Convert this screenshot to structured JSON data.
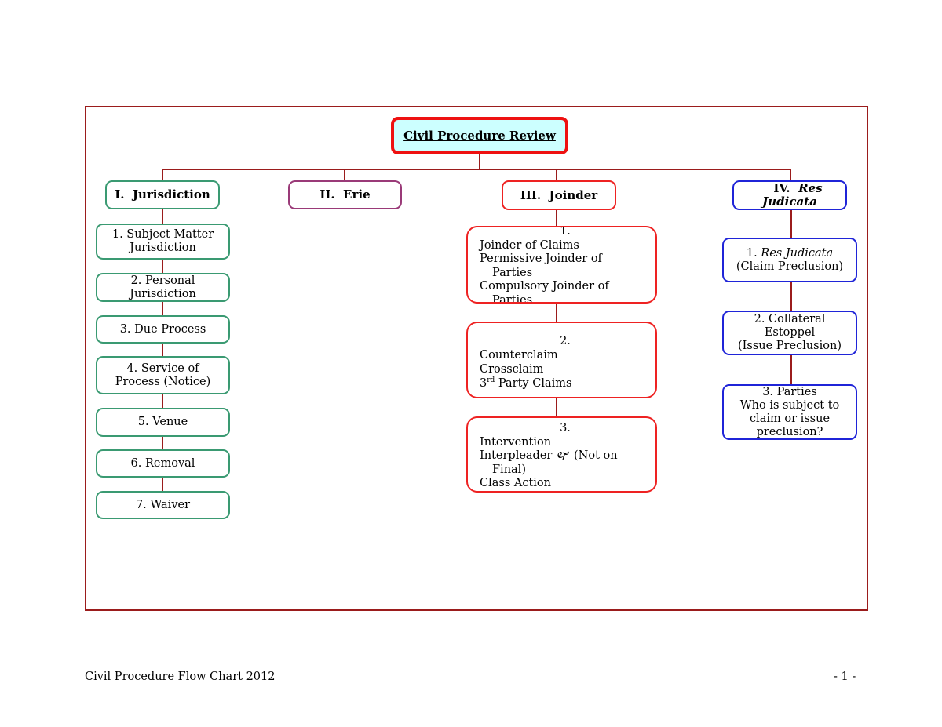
{
  "root": {
    "title": "Civil Procedure Review"
  },
  "branches": {
    "jurisdiction": {
      "header": "I.  Jurisdiction",
      "items": [
        "1. Subject Matter Jurisdiction",
        "2. Personal Jurisdiction",
        "3. Due Process",
        "4. Service of Process (Notice)",
        "5. Venue",
        "6. Removal",
        "7. Waiver"
      ]
    },
    "erie": {
      "header": "II.  Erie"
    },
    "joinder": {
      "header": "III.  Joinder",
      "items": [
        {
          "number": "1.",
          "lines": [
            "Joinder of Claims",
            "Permissive Joinder of",
            "Parties",
            "Compulsory Joinder of",
            "Parties"
          ]
        },
        {
          "number": "2.",
          "lines": [
            "Counterclaim",
            "Crossclaim",
            "3",
            "rd",
            " Party Claims"
          ]
        },
        {
          "number": "3.",
          "lines": [
            "Intervention",
            "Interpleader ",
            "🙰",
            " (Not on",
            "Final)",
            "Class Action"
          ]
        }
      ]
    },
    "res_judicata": {
      "header_prefix": "IV.  ",
      "header_italic": "Res Judicata",
      "items": [
        {
          "prefix": "1. ",
          "italic": "Res Judicata",
          "rest": "(Claim Preclusion)"
        },
        {
          "lines": [
            "2. Collateral",
            "Estoppel",
            "(Issue Preclusion)"
          ]
        },
        {
          "lines": [
            "3. Parties",
            "Who is subject to",
            "claim or issue",
            "preclusion?"
          ]
        }
      ]
    }
  },
  "footer": {
    "left": "Civil Procedure Flow Chart 2012",
    "right": "- 1 -"
  },
  "colors": {
    "frame": "#9b1c1c",
    "connector": "#9b1c1c",
    "root_fill": "#ccffff",
    "root_border": "#ee1111",
    "jurisdiction": "#3a9a72",
    "erie": "#9a3a78",
    "joinder": "#ee2222",
    "res_judicata": "#1f24d8"
  }
}
